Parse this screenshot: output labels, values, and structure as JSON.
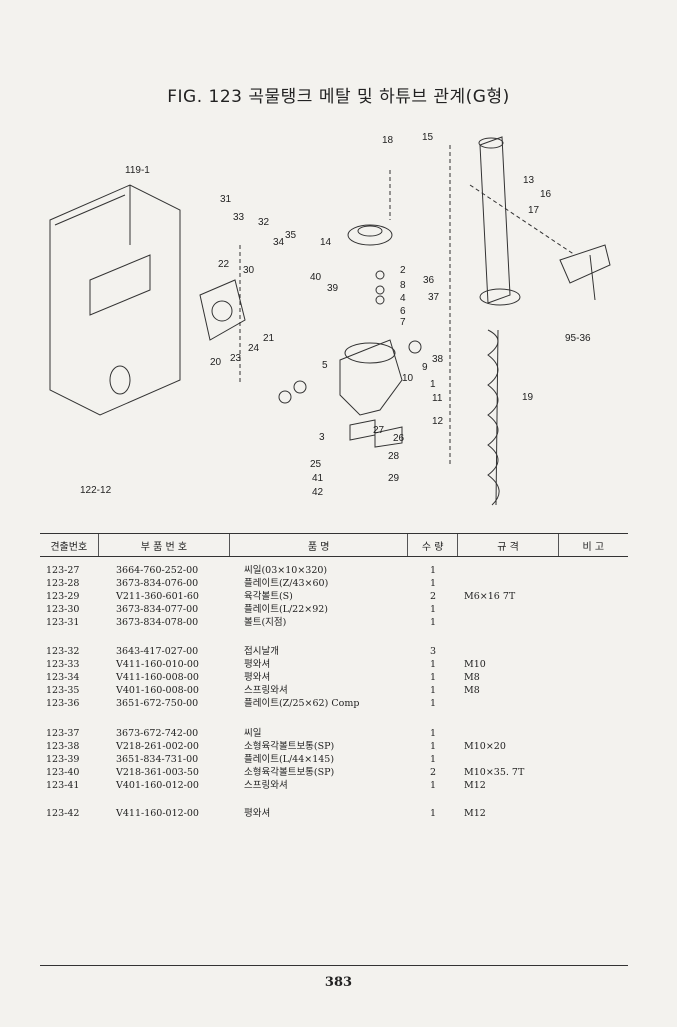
{
  "title": "FIG. 123 곡물탱크 메탈 및 하튜브 관계(G형)",
  "diagram_labels": [
    "119-1",
    "31",
    "33",
    "32",
    "34",
    "35",
    "22",
    "30",
    "21",
    "24",
    "23",
    "20",
    "18",
    "15",
    "13",
    "16",
    "17",
    "95-36",
    "14",
    "2",
    "8",
    "4",
    "6",
    "7",
    "40",
    "39",
    "36",
    "37",
    "9",
    "38",
    "10",
    "1",
    "11",
    "12",
    "19",
    "5",
    "3",
    "27",
    "26",
    "28",
    "25",
    "41",
    "42",
    "29",
    "122-12"
  ],
  "table": {
    "headers": [
      "견출번호",
      "부 품 번 호",
      "품 명",
      "수 량",
      "규 격",
      "비 고"
    ],
    "rows": [
      {
        "no": "123-27",
        "part": "3664-760-252-00",
        "name": "씨일(03×10×320)",
        "qty": "1",
        "spec": ""
      },
      {
        "no": "123-28",
        "part": "3673-834-076-00",
        "name": "플레이트(Z/43×60)",
        "qty": "1",
        "spec": ""
      },
      {
        "no": "123-29",
        "part": "V211-360-601-60",
        "name": "육각볼트(S)",
        "qty": "2",
        "spec": "M6×16 7T"
      },
      {
        "no": "123-30",
        "part": "3673-834-077-00",
        "name": "플레이트(L/22×92)",
        "qty": "1",
        "spec": ""
      },
      {
        "no": "123-31",
        "part": "3673-834-078-00",
        "name": "볼트(지점)",
        "qty": "1",
        "spec": ""
      },
      {
        "no": "123-32",
        "part": "3643-417-027-00",
        "name": "접시날개",
        "qty": "3",
        "spec": ""
      },
      {
        "no": "123-33",
        "part": "V411-160-010-00",
        "name": "평와셔",
        "qty": "1",
        "spec": "M10"
      },
      {
        "no": "123-34",
        "part": "V411-160-008-00",
        "name": "평와셔",
        "qty": "1",
        "spec": "M8"
      },
      {
        "no": "123-35",
        "part": "V401-160-008-00",
        "name": "스프링와셔",
        "qty": "1",
        "spec": "M8"
      },
      {
        "no": "123-36",
        "part": "3651-672-750-00",
        "name": "플레이트(Z/25×62) Comp",
        "qty": "1",
        "spec": ""
      },
      {
        "no": "123-37",
        "part": "3673-672-742-00",
        "name": "씨일",
        "qty": "1",
        "spec": ""
      },
      {
        "no": "123-38",
        "part": "V218-261-002-00",
        "name": "소형육각볼트보통(SP)",
        "qty": "1",
        "spec": "M10×20"
      },
      {
        "no": "123-39",
        "part": "3651-834-731-00",
        "name": "플레이트(L/44×145)",
        "qty": "1",
        "spec": ""
      },
      {
        "no": "123-40",
        "part": "V218-361-003-50",
        "name": "소형육각볼트보통(SP)",
        "qty": "2",
        "spec": "M10×35. 7T"
      },
      {
        "no": "123-41",
        "part": "V401-160-012-00",
        "name": "스프링와셔",
        "qty": "1",
        "spec": "M12"
      },
      {
        "no": "123-42",
        "part": "V411-160-012-00",
        "name": "평와셔",
        "qty": "1",
        "spec": "M12"
      }
    ]
  },
  "page_number": "383"
}
